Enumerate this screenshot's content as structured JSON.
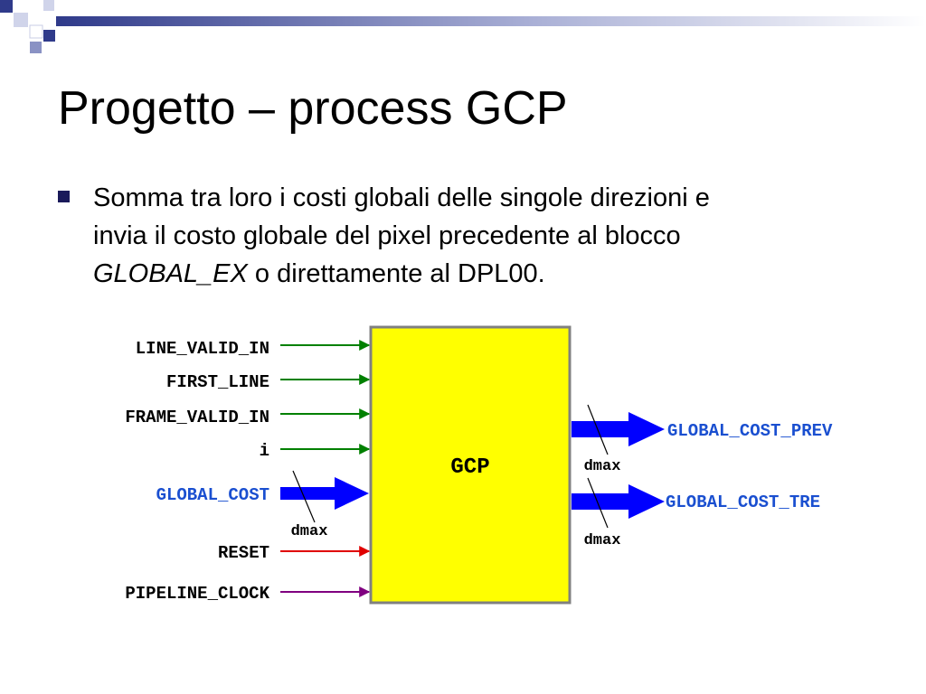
{
  "slide": {
    "title": "Progetto – process GCP",
    "bullet": {
      "text_line1": "Somma tra loro i costi globali delle singole direzioni e",
      "text_line2": "invia il costo globale del pixel precedente al blocco",
      "emphasis": "GLOBAL_EX",
      "text_line3_rest": " o direttamente al DPL00."
    }
  },
  "diagram": {
    "block_label": "GCP",
    "inputs": [
      {
        "name": "LINE_VALID_IN",
        "color": "#008000"
      },
      {
        "name": "FIRST_LINE",
        "color": "#008000"
      },
      {
        "name": "FRAME_VALID_IN",
        "color": "#008000"
      },
      {
        "name": "i",
        "color": "#008000"
      },
      {
        "name": "GLOBAL_COST",
        "color": "#1a4fd0"
      },
      {
        "name": "RESET",
        "color": "#e00000"
      },
      {
        "name": "PIPELINE_CLOCK",
        "color": "#800080"
      }
    ],
    "outputs": [
      {
        "name": "GLOBAL_COST_PREV",
        "color": "#1a4fd0"
      },
      {
        "name": "GLOBAL_COST_TRE",
        "color": "#1a4fd0"
      }
    ],
    "bus_width_label": "dmax",
    "colors": {
      "block_fill": "#ffff00",
      "block_border": "#808080",
      "bus": "#0000ff"
    }
  }
}
